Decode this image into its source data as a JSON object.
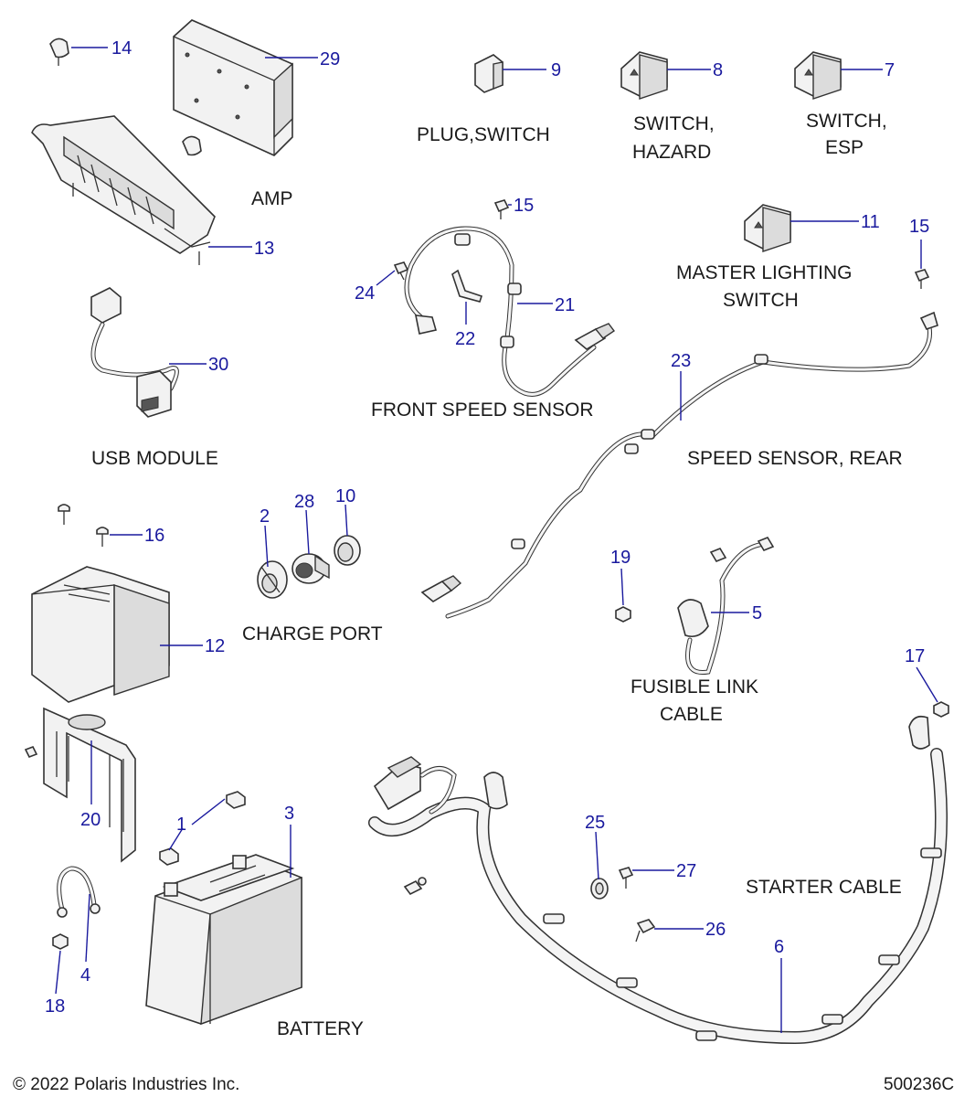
{
  "callouts": {
    "c1": "1",
    "c2": "2",
    "c3": "3",
    "c4": "4",
    "c5": "5",
    "c6": "6",
    "c7": "7",
    "c8": "8",
    "c9": "9",
    "c10": "10",
    "c11": "11",
    "c12": "12",
    "c13": "13",
    "c14": "14",
    "c15a": "15",
    "c15b": "15",
    "c16": "16",
    "c17": "17",
    "c18": "18",
    "c19": "19",
    "c20": "20",
    "c21": "21",
    "c22": "22",
    "c23": "23",
    "c24": "24",
    "c25": "25",
    "c26": "26",
    "c27": "27",
    "c28": "28",
    "c29": "29",
    "c30": "30"
  },
  "labels": {
    "amp": "AMP",
    "plug_switch": "PLUG,SWITCH",
    "switch_hazard_1": "SWITCH,",
    "switch_hazard_2": "HAZARD",
    "switch_esp_1": "SWITCH,",
    "switch_esp_2": "ESP",
    "master_lighting_1": "MASTER LIGHTING",
    "master_lighting_2": "SWITCH",
    "usb_module": "USB MODULE",
    "front_speed_sensor": "FRONT SPEED SENSOR",
    "speed_sensor_rear": "SPEED SENSOR, REAR",
    "charge_port": "CHARGE PORT",
    "fusible_link_1": "FUSIBLE LINK",
    "fusible_link_2": "CABLE",
    "starter_cable": "STARTER CABLE",
    "battery": "BATTERY"
  },
  "footer": {
    "copyright": "© 2022 Polaris Industries Inc.",
    "drawing_number": "500236C"
  }
}
